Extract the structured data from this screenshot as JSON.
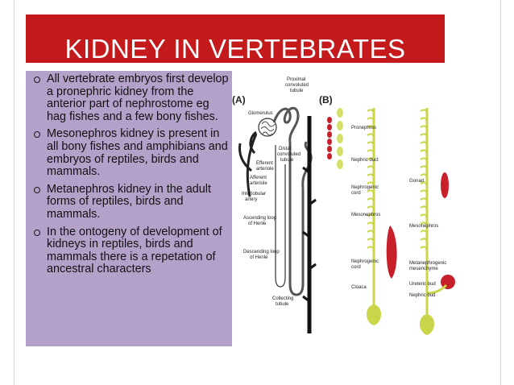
{
  "slide": {
    "title": "KIDNEY IN VERTEBRATES",
    "bullets": [
      "All vertebrate embryos first develop a pronephric kidney from the anterior part of nephrostome eg hag fishes and a few bony fishes.",
      "Mesonephros kidney is present in all bony fishes and amphibians and embryos of reptiles, birds and mammals.",
      "Metanephros kidney in the adult forms of reptiles, birds and mammals.",
      "In the ontogeny of development of kidneys in reptiles, birds and mammals there is a repetation of ancestral characters"
    ]
  },
  "figure": {
    "panel_a": {
      "letter": "(A)",
      "labels": {
        "proximal": "Proximal",
        "convoluted": "convoluted",
        "tubule": "tubule",
        "glomerulus": "Glomerulus",
        "efferent": "Efferent",
        "efferent_arteriole": "arteriole",
        "afferent": "Afferent",
        "afferent_arteriole": "arteriole",
        "interlobular": "Interlobular",
        "artery": "artery",
        "distal": "Distal",
        "distal_convoluted": "convoluted",
        "distal_tubule": "tubule",
        "ascending": "Ascending loop",
        "ascending_henle": "of Henle",
        "descending": "Descending loop",
        "descending_henle": "of Henle",
        "collecting": "Collecting",
        "collecting_tubule": "tubule"
      }
    },
    "panel_b": {
      "letter": "(B)",
      "labels": {
        "pronephros": "Pronephros",
        "nephric_duct": "Nephric duct",
        "nephrogenic": "Nephrogenic",
        "nephrogenic_cord": "cord",
        "mesonephros": "Mesonephros",
        "nephrogenic2": "Nephrogenic",
        "nephrogenic2_cord": "cord",
        "cloaca": "Cloaca",
        "gonad": "Gonad",
        "mesonephros2": "Mesonephros",
        "metanephrogenic": "Metanephrogenic",
        "mesenchyme": "mesenchyme",
        "ureteric_bud": "Ureteric bud",
        "nephric_bud": "Nephric bud"
      }
    }
  },
  "colors": {
    "title_bar": "#c41a1c",
    "title_text": "#ffffff",
    "content_box": "#b4a1ca",
    "body_text": "#111111",
    "corner_mark": "#3f7fc4",
    "kidney_green": "#c9d64a",
    "kidney_red": "#c8202a"
  }
}
